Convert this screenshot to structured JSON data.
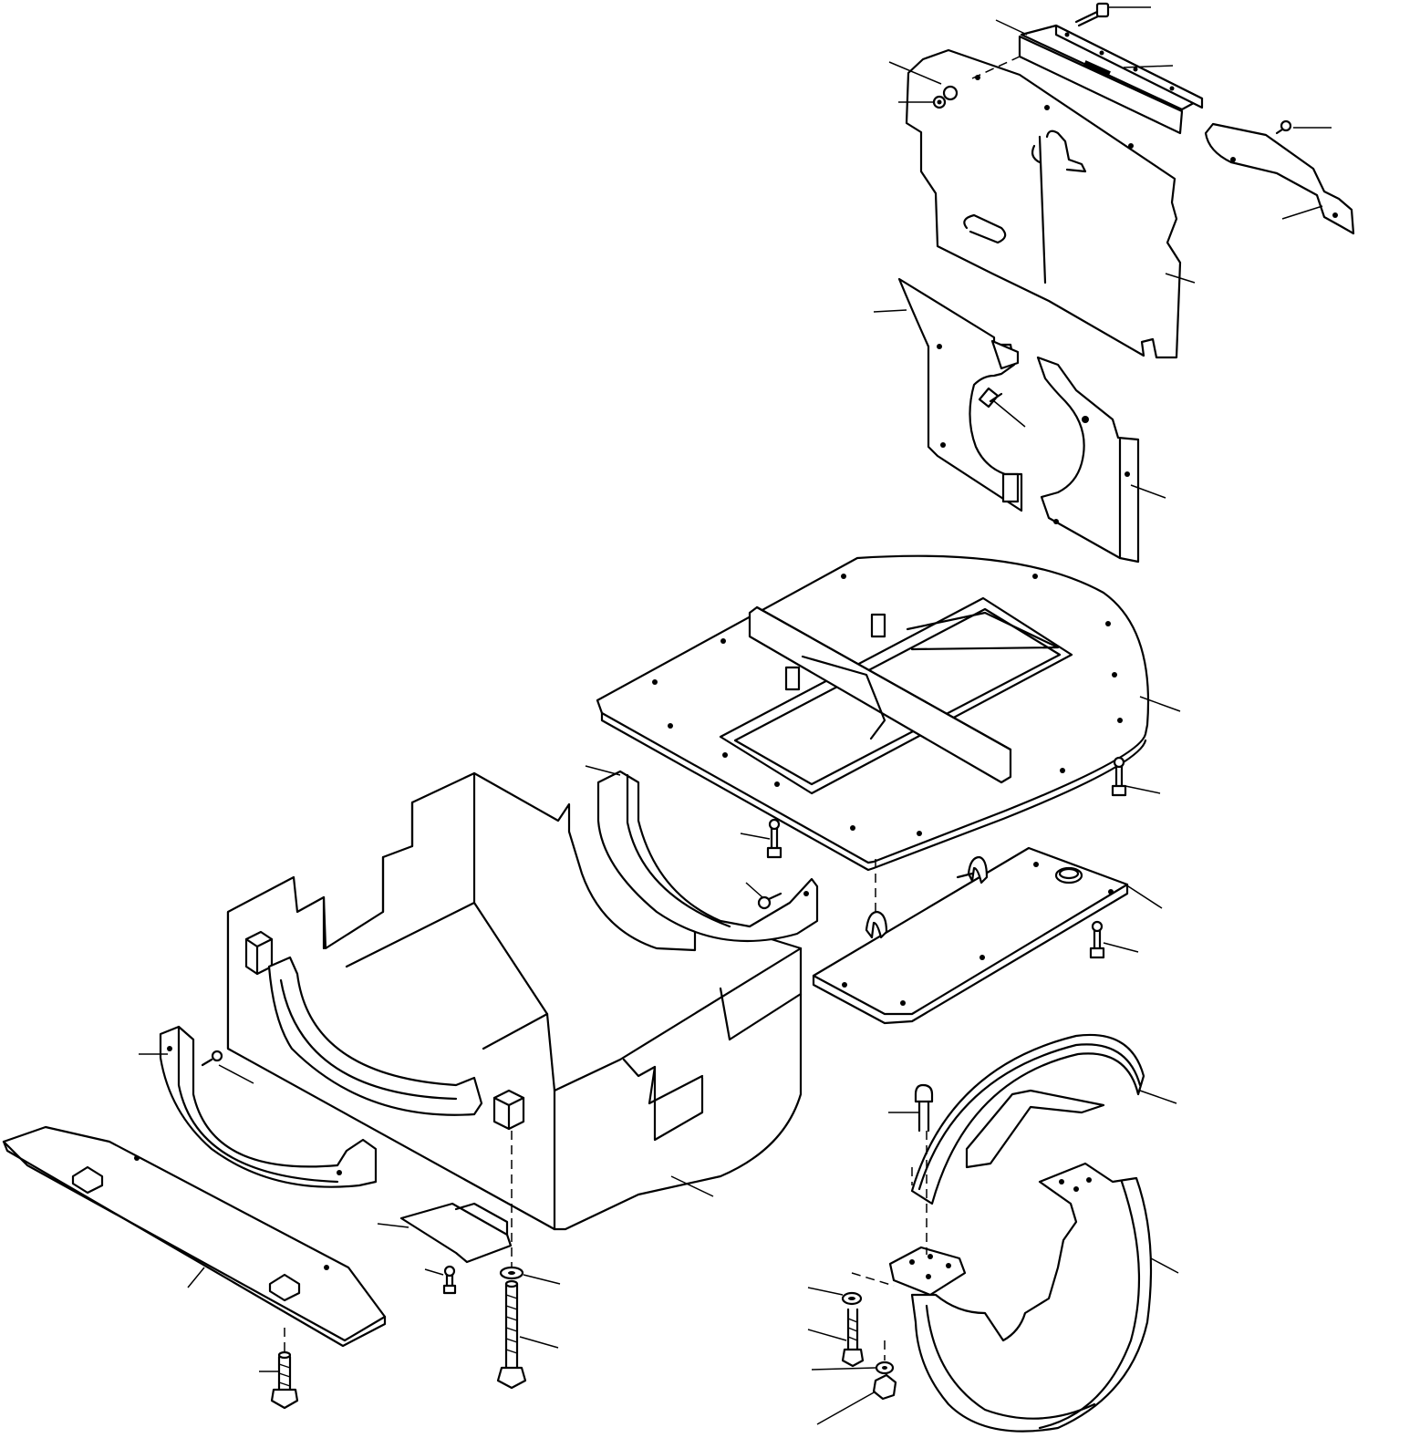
{
  "diagram": {
    "type": "exploded-parts-view",
    "line_color": "#000000",
    "background": "#ffffff",
    "parts": [
      "top-clamp-strip",
      "rear-cover-panel",
      "side-bracket",
      "left-inner-cover",
      "right-inner-cover",
      "floor-plate",
      "small-support-plate",
      "main-tank-box",
      "left-curved-bracket",
      "right-curved-bracket",
      "bottom-long-plate",
      "small-bottom-clip",
      "rear-fender-upper",
      "rear-fender-lower"
    ],
    "fasteners": [
      "bolt-top",
      "washer-rear-panel",
      "bolt-side-bracket",
      "bolt-inner-cover",
      "bolt-floor-plate",
      "bolt-support-plate",
      "bolt-center",
      "bolt-center-small",
      "bolt-left",
      "long-bolt-center",
      "washer-center",
      "bolt-clip",
      "bolt-bottom-left",
      "bolt-fender-upper",
      "bolt-fender-washer",
      "bolt-fender-lower",
      "nut-fender"
    ],
    "leader_count": 28
  }
}
